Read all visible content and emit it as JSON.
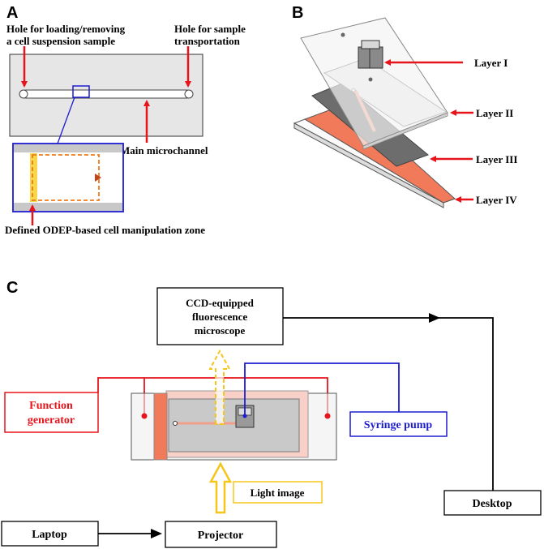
{
  "panels": {
    "a": "A",
    "b": "B",
    "c": "C"
  },
  "panel_a": {
    "hole_loading_line1": "Hole for loading/removing",
    "hole_loading_line2": "a cell suspension sample",
    "hole_transport_line1": "Hole for sample",
    "hole_transport_line2": "transportation",
    "main_channel": "Main microchannel",
    "odep_zone": "Defined ODEP-based cell manipulation zone"
  },
  "panel_b": {
    "layer1": "Layer I",
    "layer2": "Layer II",
    "layer3": "Layer III",
    "layer4": "Layer IV"
  },
  "panel_c": {
    "ccd_line1": "CCD-equipped",
    "ccd_line2": "fluorescence",
    "ccd_line3": "microscope",
    "function_line1": "Function",
    "function_line2": "generator",
    "syringe": "Syringe pump",
    "light": "Light image",
    "laptop": "Laptop",
    "projector": "Projector",
    "desktop": "Desktop"
  },
  "colors": {
    "red_arrow": "#e8141c",
    "blue_line": "#1c1cd0",
    "yellow": "#f5c518",
    "salmon": "#f07a5a",
    "gray_chip": "#e6e6e6",
    "dark_layer": "#6d6d6d"
  }
}
